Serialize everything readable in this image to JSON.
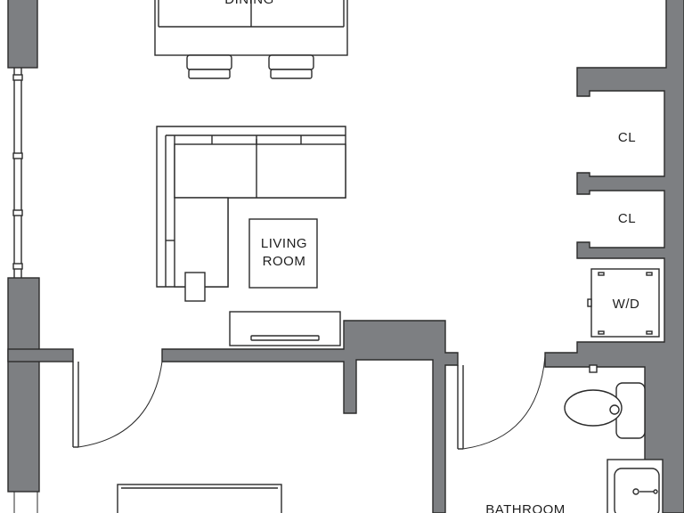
{
  "floorplan": {
    "rooms": {
      "dining": "DINING",
      "living_line1": "LIVING",
      "living_line2": "ROOM",
      "closet_top": "CL",
      "closet_bottom": "CL",
      "washer_dryer": "W/D",
      "bathroom": "BATHROOM"
    },
    "colors": {
      "wall": "#7d7f82",
      "line": "#2b2b2b",
      "background": "#ffffff"
    }
  }
}
